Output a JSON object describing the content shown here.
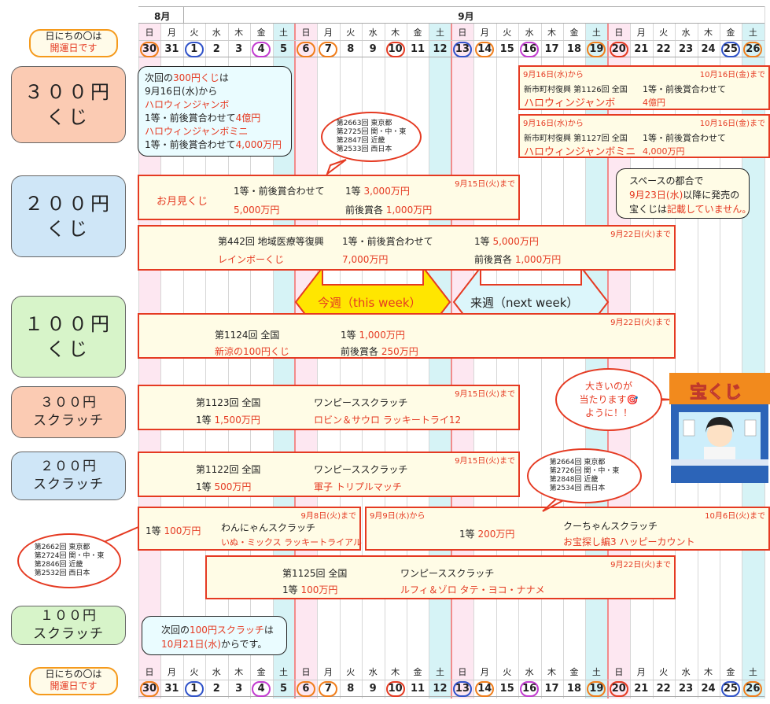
{
  "calendar": {
    "months": [
      {
        "id": "aug",
        "label": "8月"
      },
      {
        "id": "sep",
        "label": "9月"
      }
    ],
    "weekdays": [
      "日",
      "月",
      "火",
      "水",
      "木",
      "金",
      "土",
      "日",
      "月",
      "火",
      "水",
      "木",
      "金",
      "土",
      "日",
      "月",
      "火",
      "水",
      "木",
      "金",
      "土",
      "日",
      "月",
      "火",
      "水",
      "木",
      "金",
      "土"
    ],
    "days": [
      "30",
      "31",
      "1",
      "2",
      "3",
      "4",
      "5",
      "6",
      "7",
      "8",
      "9",
      "10",
      "11",
      "12",
      "13",
      "14",
      "15",
      "16",
      "17",
      "18",
      "19",
      "20",
      "21",
      "22",
      "23",
      "24",
      "25",
      "26"
    ],
    "lucky_label_line1": "日にちの〇は",
    "lucky_label_line2": "開運日です",
    "circled_days": [
      {
        "day": "30",
        "color": "#f07d1a"
      },
      {
        "day": "1",
        "color": "#2f52c9"
      },
      {
        "day": "4",
        "color": "#c23bd0"
      },
      {
        "day": "6",
        "color": "#f07d1a"
      },
      {
        "day": "7",
        "color": "#f07d1a"
      },
      {
        "day": "10",
        "color": "#e53a22"
      },
      {
        "day": "13",
        "color": "#2f52c9"
      },
      {
        "day": "14",
        "color": "#f07d1a"
      },
      {
        "day": "16",
        "color": "#c23bd0"
      },
      {
        "day": "19",
        "color": "#f07d1a"
      },
      {
        "day": "20",
        "color": "#e53a22"
      },
      {
        "day": "25",
        "color": "#2f52c9"
      },
      {
        "day": "26",
        "color": "#f07d1a"
      }
    ],
    "colors": {
      "sunday": "#fde7f1",
      "saturday": "#d6f3f6",
      "week_line": "#f28b8b",
      "header_bg": "#f1f1f1"
    }
  },
  "categories": {
    "lottery300": "３００円\nくじ",
    "lottery200": "２００円\nくじ",
    "lottery100": "１００円\nくじ",
    "scratch300": "３００円\nスクラッチ",
    "scratch200": "２００円\nスクラッチ",
    "scratch100": "１００円\nスクラッチ"
  },
  "notes": {
    "next300_line1": "次回の",
    "next300_red1": "300円くじ",
    "next300_line1b": "は",
    "next300_line2": "9月16日(水)から",
    "next300_line3": "ハロウィンジャンボ",
    "next300_line4": "1等・前後賞合わせて",
    "next300_line4_red": "4億円",
    "next300_line5": "ハロウィンジャンボミニ",
    "next300_line6": "1等・前後賞合わせて",
    "next300_line6_red": "4,000万円",
    "space_line1": "スペースの都合で",
    "space_line2_red": "9月23日(水)",
    "space_line2": "以降に発売の",
    "space_line3": "宝くじは",
    "space_line3_red": "記載していません。",
    "next100_line1": "次回の",
    "next100_red": "100円スクラッチ",
    "next100_line1b": "は",
    "next100_line2_red": "10月21日(水)",
    "next100_line2": "からです。"
  },
  "bubbles": {
    "otsukimi_rounds": "第2663回 東京都\n第2725回 関・中・東\n第2847回 近畿\n第2533回 西日本",
    "wannyan_rounds": "第2662回 東京都\n第2724回 関・中・東\n第2846回 近畿\n第2532回 西日本",
    "kuchan_rounds": "第2664回 東京都\n第2726回 関・中・東\n第2848回 近畿\n第2534回 西日本",
    "big_win": "大きいのが\n当たります🎯\nように！！"
  },
  "arrows": {
    "this_week": "今週（this week）",
    "next_week": "来週（next week）"
  },
  "shop": {
    "sign": "宝くじ"
  },
  "items": {
    "halloween_jumbo": {
      "start": "9月16日(水)から",
      "end": "10月16日(金)まで",
      "round": "新市町村復興 第1126回 全国",
      "prize": "1等・前後賞合わせて",
      "name": "ハロウィンジャンボ",
      "amount": "4億円"
    },
    "halloween_mini": {
      "start": "9月16日(水)から",
      "end": "10月16日(金)まで",
      "round": "新市町村復興 第1127回 全国",
      "prize": "1等・前後賞合わせて",
      "name": "ハロウィンジャンボミニ",
      "amount": "4,000万円"
    },
    "otsukimi": {
      "end": "9月15日(火)まで",
      "name": "お月見くじ",
      "prize_label": "1等・前後賞合わせて",
      "prize_total": "5,000万円",
      "first_label": "1等",
      "first": "3,000万円",
      "adj_label": "前後賞各",
      "adj": "1,000万円"
    },
    "rainbow": {
      "end": "9月22日(火)まで",
      "round": "第442回 地域医療等復興",
      "name": "レインボーくじ",
      "prize_label": "1等・前後賞合わせて",
      "prize_total": "7,000万円",
      "first_label": "1等",
      "first": "5,000万円",
      "adj_label": "前後賞各",
      "adj": "1,000万円"
    },
    "shinryo": {
      "end": "9月22日(火)まで",
      "round": "第1124回 全国",
      "name": "新涼の100円くじ",
      "first_label": "1等",
      "first": "1,000万円",
      "adj_label": "前後賞各",
      "adj": "250万円"
    },
    "lucky_try": {
      "end": "9月15日(火)まで",
      "round": "第1123回 全国",
      "series": "ワンピーススクラッチ",
      "first_label": "1等",
      "first": "1,500万円",
      "name": "ロビン＆サウロ ラッキートライ12"
    },
    "triple_match": {
      "end": "9月15日(火)まで",
      "round": "第1122回 全国",
      "series": "ワンピーススクラッチ",
      "first_label": "1等",
      "first": "500万円",
      "name": "軍子 トリプルマッチ"
    },
    "wannyan": {
      "end": "9月8日(火)まで",
      "first_label": "1等",
      "first": "100万円",
      "name": "わんにゃんスクラッチ",
      "sub": "いぬ・ミックス ラッキートライアル"
    },
    "kuchan": {
      "start": "9月9日(水)から",
      "end": "10月6日(火)まで",
      "first_label": "1等",
      "first": "200万円",
      "name": "クーちゃんスクラッチ",
      "sub": "お宝探し編3 ハッピーカウント"
    },
    "tateyoko": {
      "end": "9月22日(火)まで",
      "round": "第1125回 全国",
      "series": "ワンピーススクラッチ",
      "first_label": "1等",
      "first": "100万円",
      "name": "ルフィ＆ゾロ タテ・ヨコ・ナナメ"
    }
  }
}
